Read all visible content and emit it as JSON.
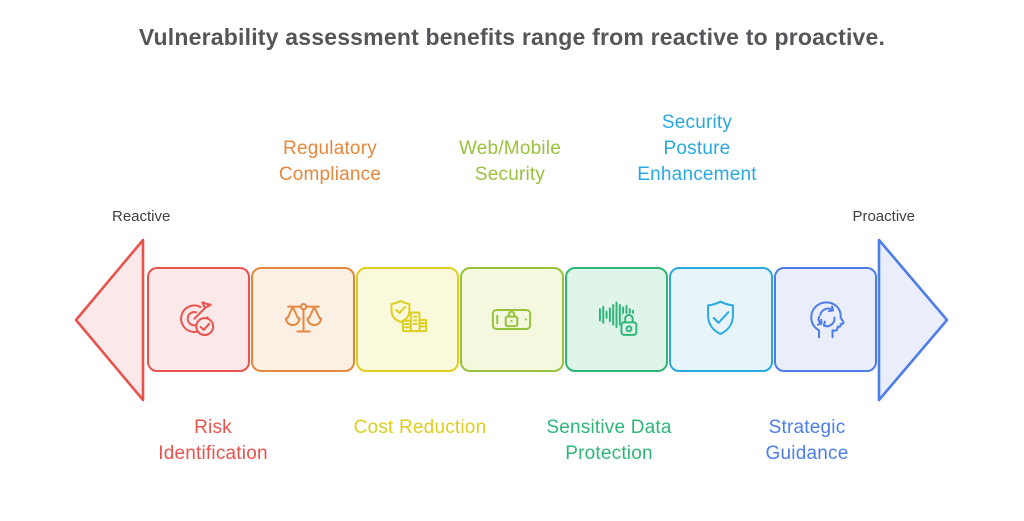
{
  "title": "Vulnerability assessment benefits range from reactive to proactive.",
  "axis": {
    "left": "Reactive",
    "right": "Proactive"
  },
  "segments": [
    {
      "label": "Risk\nIdentification",
      "side": "bottom",
      "icon": "target-check-icon",
      "color": "#e8534e",
      "fill": "#fbe9e9"
    },
    {
      "label": "Regulatory\nCompliance",
      "side": "top",
      "icon": "scales-icon",
      "color": "#e5873c",
      "fill": "#fcf0e4"
    },
    {
      "label": "Cost Reduction",
      "side": "bottom",
      "icon": "shield-check-building-icon",
      "color": "#ddce1f",
      "fill": "#faf9dc"
    },
    {
      "label": "Web/Mobile\nSecurity",
      "side": "top",
      "icon": "mobile-lock-icon",
      "color": "#97c23c",
      "fill": "#f3f8df"
    },
    {
      "label": "Sensitive Data\nProtection",
      "side": "bottom",
      "icon": "waveform-lock-icon",
      "color": "#2eb677",
      "fill": "#e0f5ea"
    },
    {
      "label": "Security\nPosture\nEnhancement",
      "side": "top",
      "icon": "shield-check-icon",
      "color": "#29a9e0",
      "fill": "#e7f5fb"
    },
    {
      "label": "Strategic\nGuidance",
      "side": "bottom",
      "icon": "head-cycle-icon",
      "color": "#4d7ee8",
      "fill": "#e9eefa"
    }
  ]
}
